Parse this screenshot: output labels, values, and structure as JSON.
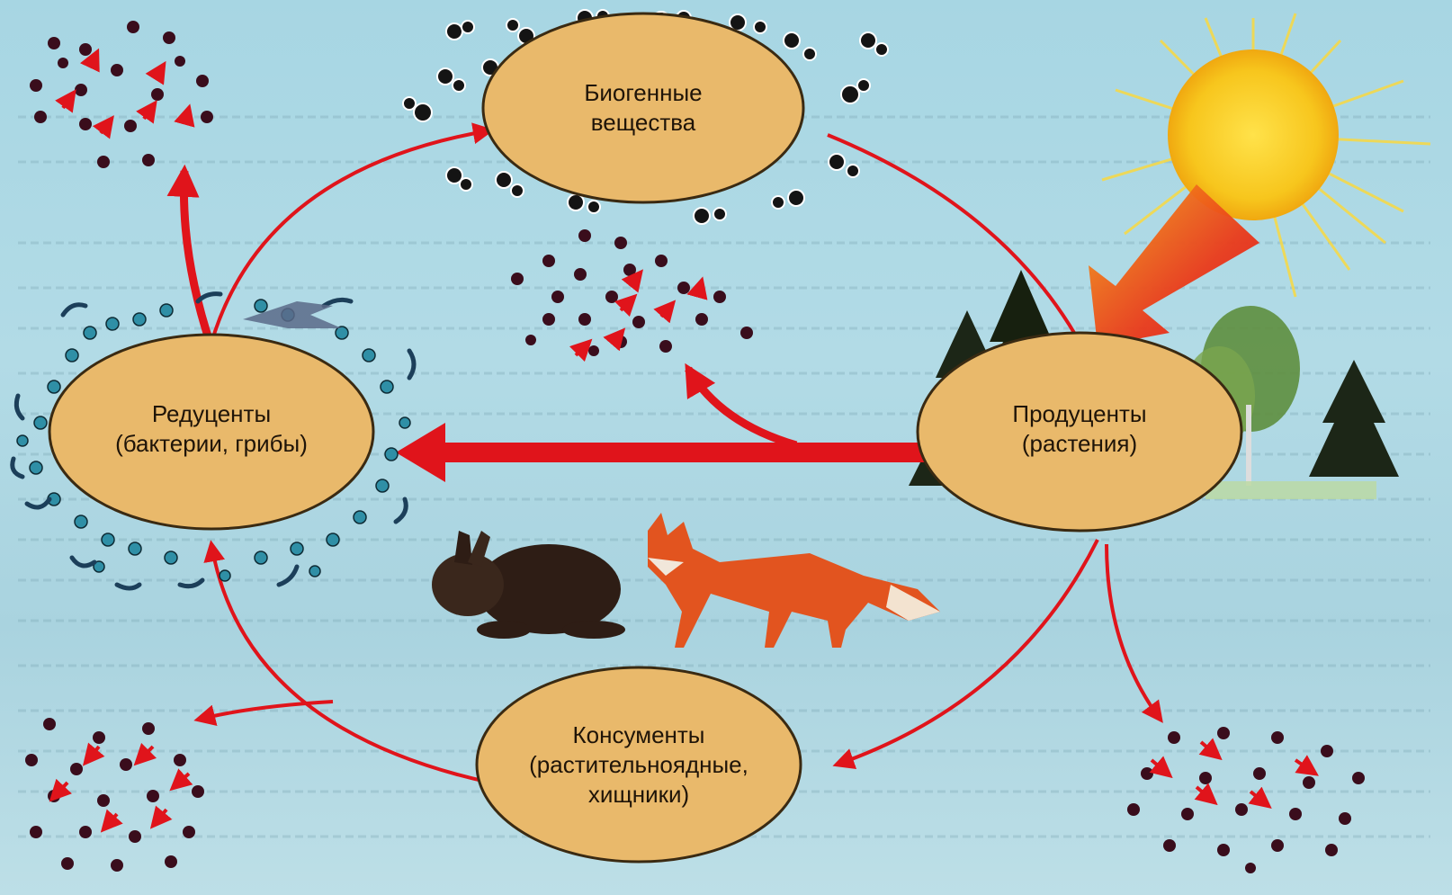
{
  "nodes": {
    "biogenic": {
      "line1": "Биогенные",
      "line2": "вещества"
    },
    "reducers": {
      "line1": "Редуценты",
      "line2": "(бактерии, грибы)"
    },
    "producers": {
      "line1": "Продуценты",
      "line2": "(растения)"
    },
    "consumers": {
      "line1": "Консументы",
      "line2": "(растительноядные,",
      "line3": "хищники)"
    }
  },
  "colors": {
    "node_fill": "#e9b96b",
    "node_stroke": "#3a2a12",
    "arrow": "#e0141b",
    "sun": "#f7c61d",
    "sun_ray": "#f5d94a",
    "particle": "#3a0d1c",
    "background": "#a9d5e1"
  },
  "icons": [
    "sun-icon",
    "spruce-tree-icon",
    "birch-tree-icon",
    "rabbit-icon",
    "fox-icon",
    "molecule-icon",
    "bacteria-icon",
    "particle-icon"
  ]
}
